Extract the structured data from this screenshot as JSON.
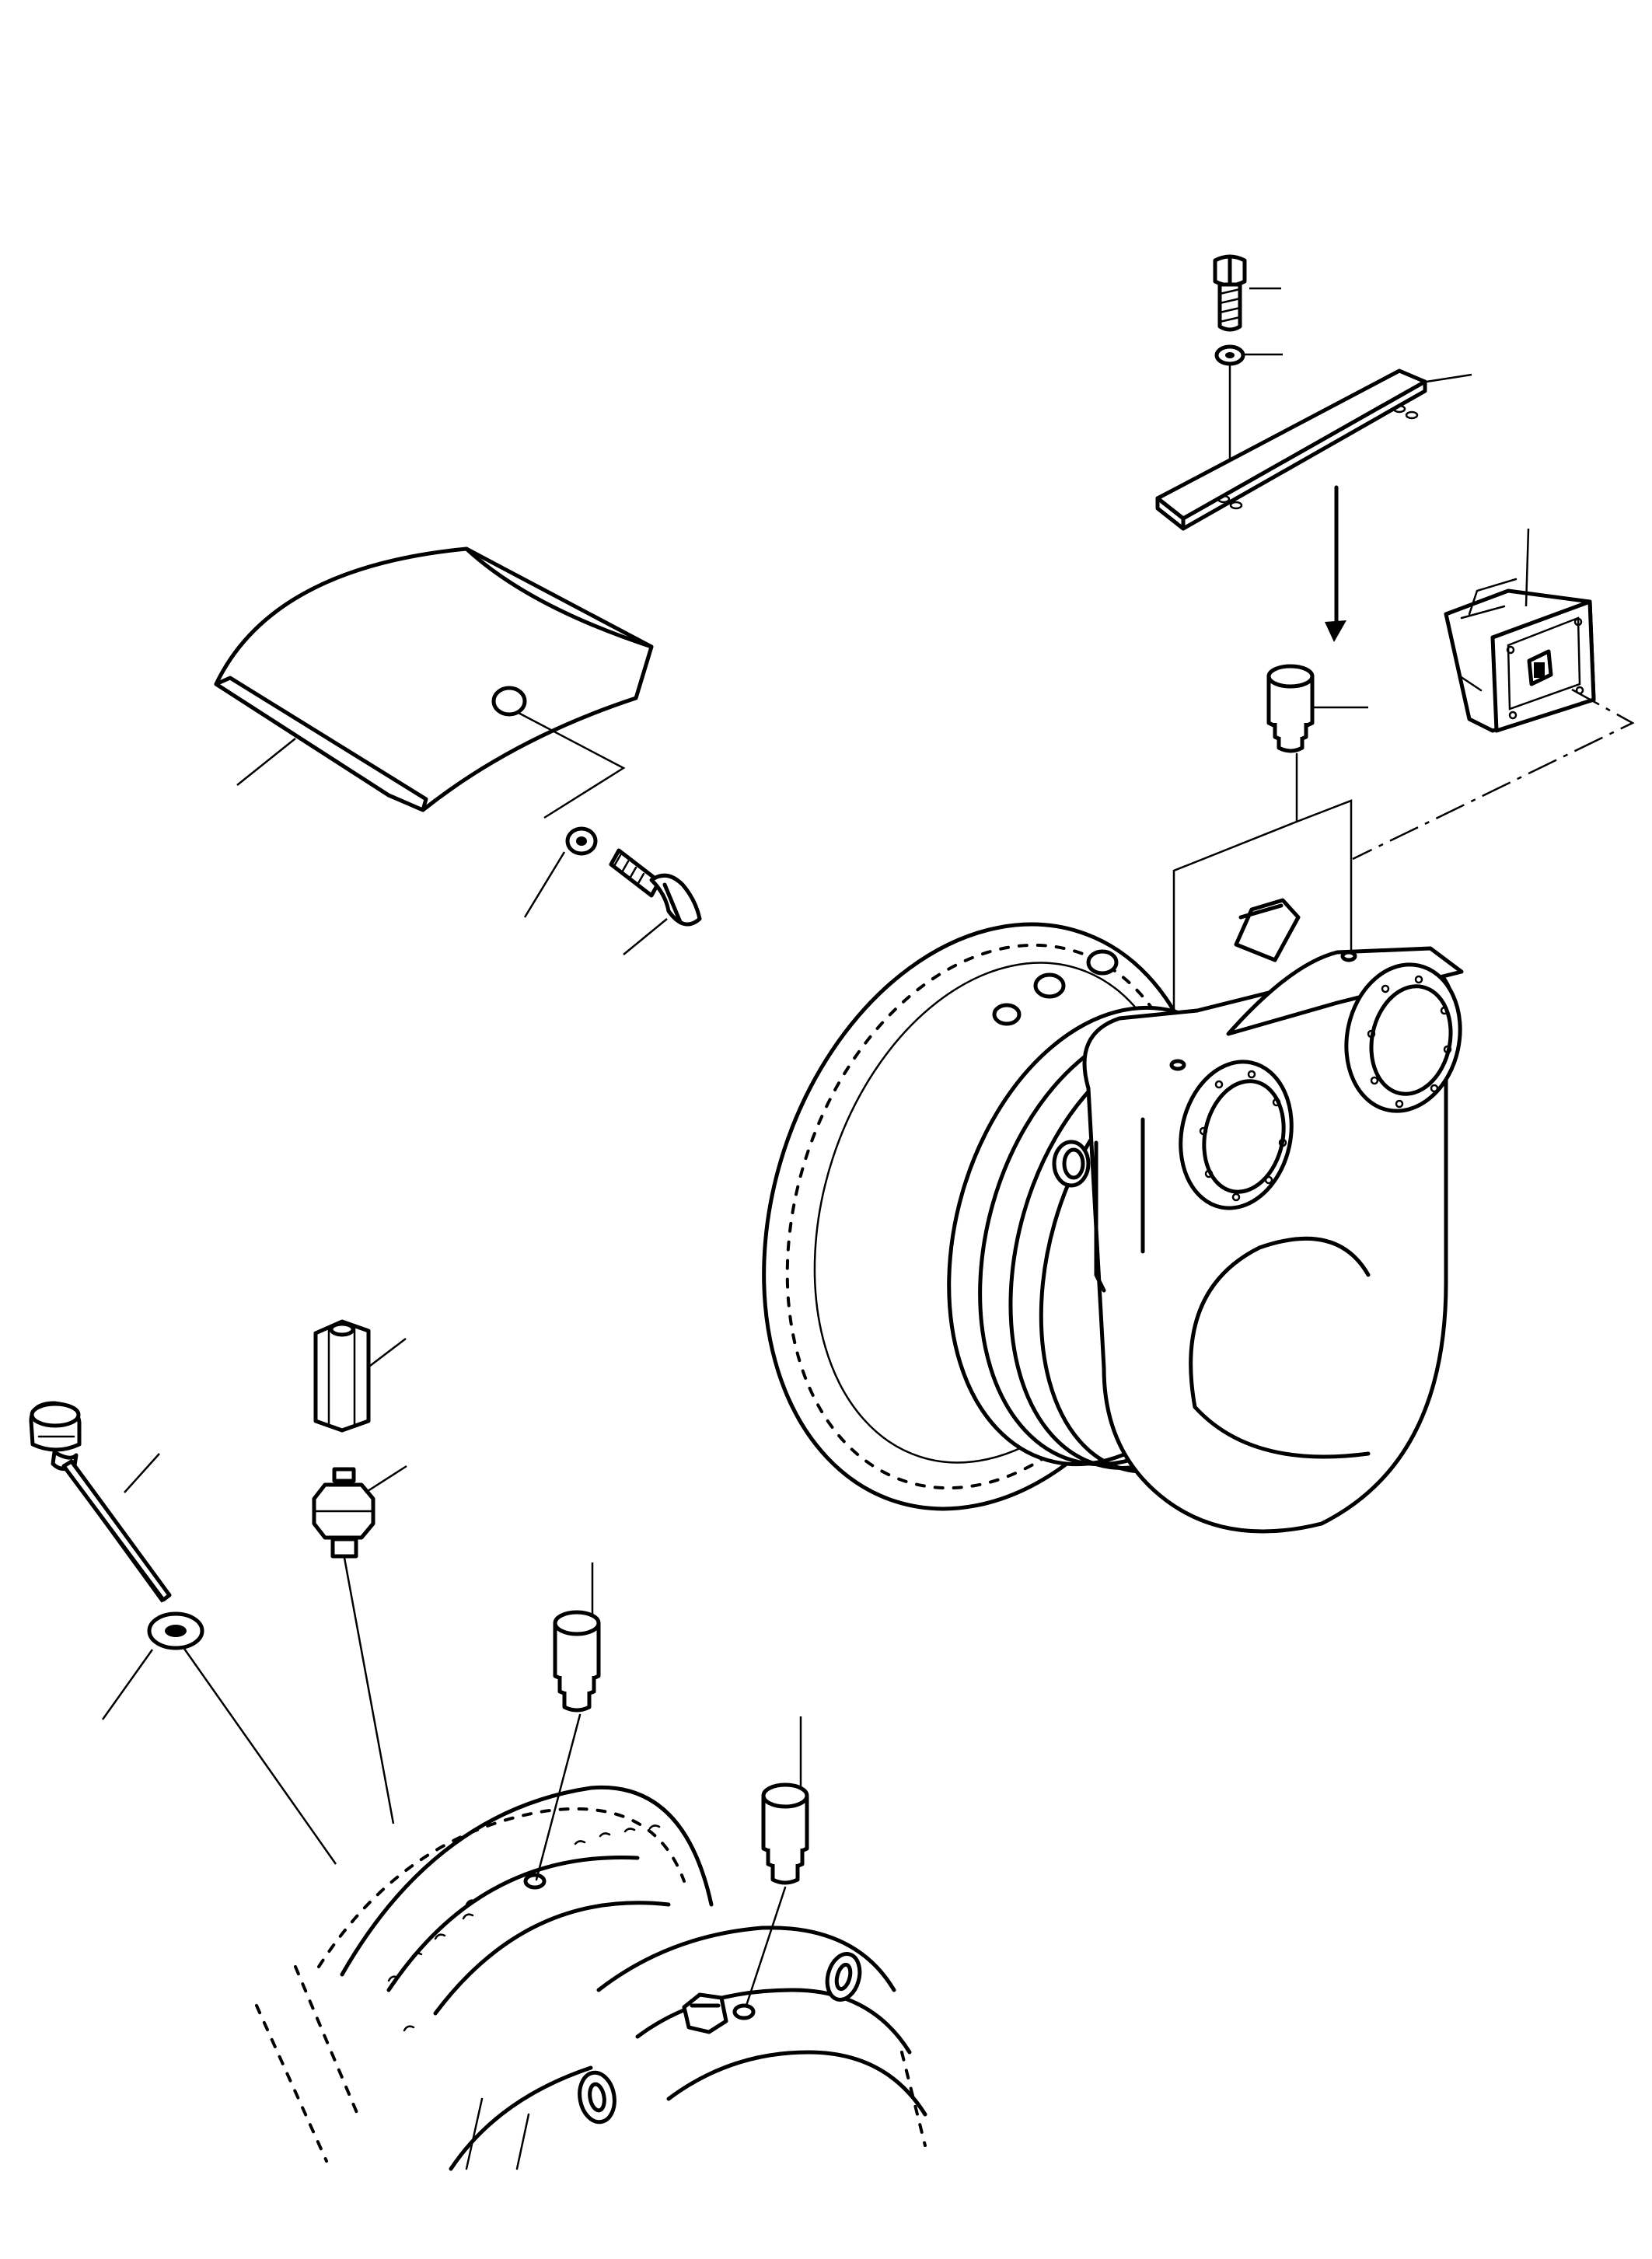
{
  "figure": {
    "type": "exploded-parts-diagram",
    "background": "#ffffff",
    "line_color": "#000000",
    "callout_count": 16,
    "parts": [
      "cover",
      "cover-washer",
      "cover-bolt",
      "top-bolt",
      "top-washer",
      "mounting-plate",
      "breather-plug",
      "sensor-switch",
      "final-drive-housing",
      "dipstick",
      "dipstick-washer",
      "hex-coupling",
      "adapter-nipple",
      "drain-plug-left",
      "drain-plug-right",
      "lower-housing-detail"
    ]
  }
}
